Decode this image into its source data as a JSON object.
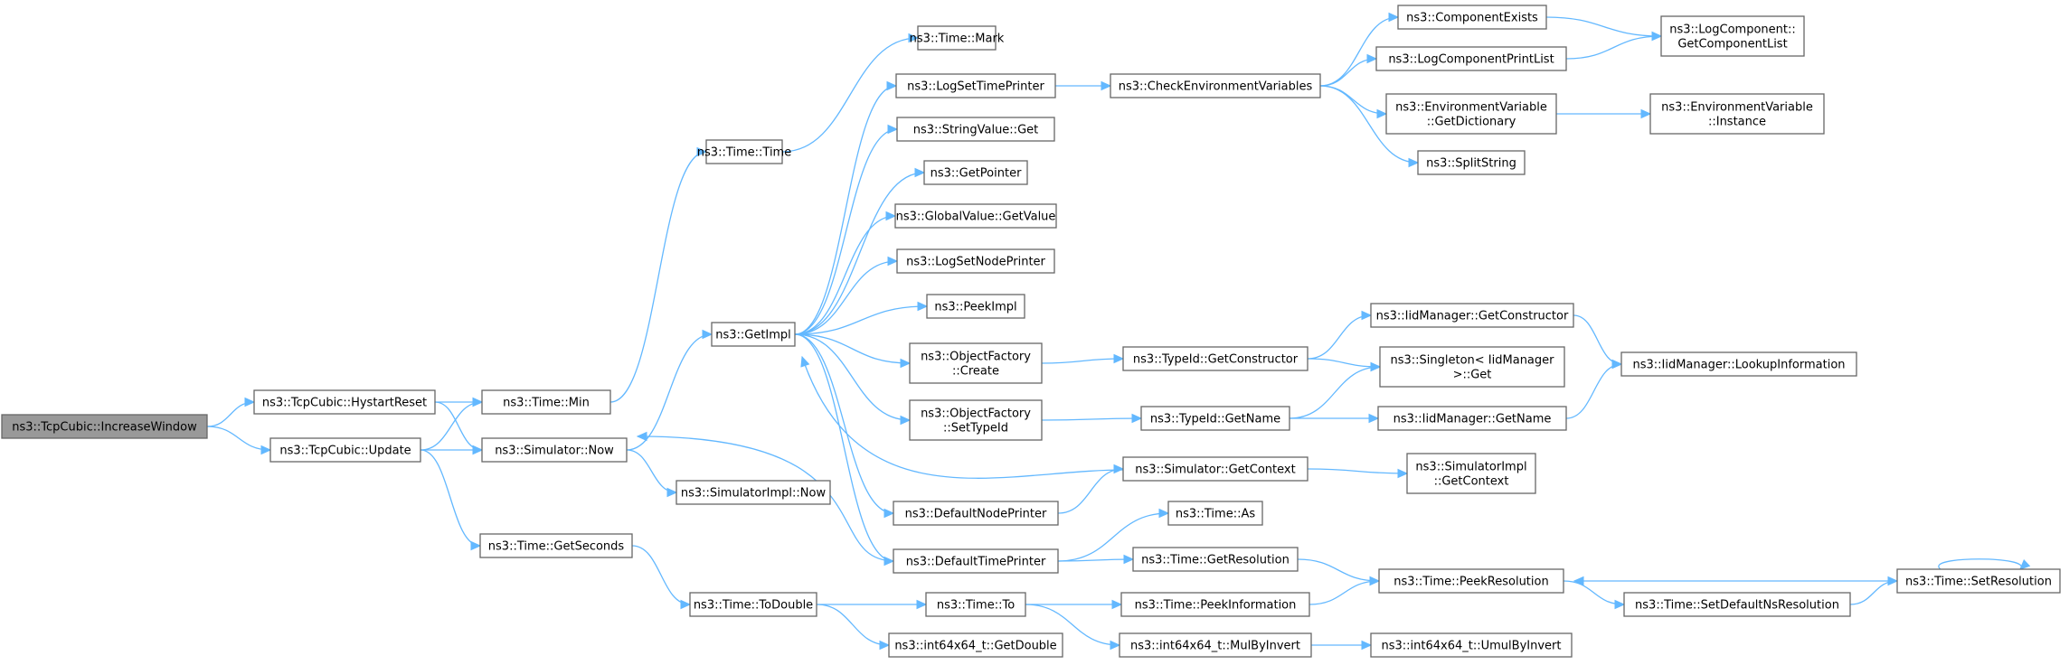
{
  "graph": {
    "nodes": [
      {
        "id": "increase_window",
        "label": [
          "ns3::TcpCubic::IncreaseWindow"
        ],
        "root": true
      },
      {
        "id": "hystart_reset",
        "label": [
          "ns3::TcpCubic::HystartReset"
        ]
      },
      {
        "id": "update",
        "label": [
          "ns3::TcpCubic::Update"
        ]
      },
      {
        "id": "time_min",
        "label": [
          "ns3::Time::Min"
        ]
      },
      {
        "id": "sim_now",
        "label": [
          "ns3::Simulator::Now"
        ]
      },
      {
        "id": "time_getseconds",
        "label": [
          "ns3::Time::GetSeconds"
        ]
      },
      {
        "id": "time_time",
        "label": [
          "ns3::Time::Time"
        ]
      },
      {
        "id": "getimpl",
        "label": [
          "ns3::GetImpl"
        ]
      },
      {
        "id": "simimpl_now",
        "label": [
          "ns3::SimulatorImpl::Now"
        ]
      },
      {
        "id": "time_todouble",
        "label": [
          "ns3::Time::ToDouble"
        ]
      },
      {
        "id": "time_mark",
        "label": [
          "ns3::Time::Mark"
        ]
      },
      {
        "id": "logsettimeprinter",
        "label": [
          "ns3::LogSetTimePrinter"
        ]
      },
      {
        "id": "stringvalue_get",
        "label": [
          "ns3::StringValue::Get"
        ]
      },
      {
        "id": "getpointer",
        "label": [
          "ns3::GetPointer"
        ]
      },
      {
        "id": "globalvalue_getvalue",
        "label": [
          "ns3::GlobalValue::GetValue"
        ]
      },
      {
        "id": "logsetnodeprinter",
        "label": [
          "ns3::LogSetNodePrinter"
        ]
      },
      {
        "id": "peekimpl",
        "label": [
          "ns3::PeekImpl"
        ]
      },
      {
        "id": "of_create",
        "label": [
          "ns3::ObjectFactory",
          "::Create"
        ]
      },
      {
        "id": "of_settypeid",
        "label": [
          "ns3::ObjectFactory",
          "::SetTypeId"
        ]
      },
      {
        "id": "defaultnodeprinter",
        "label": [
          "ns3::DefaultNodePrinter"
        ]
      },
      {
        "id": "defaulttimeprinter",
        "label": [
          "ns3::DefaultTimePrinter"
        ]
      },
      {
        "id": "time_to",
        "label": [
          "ns3::Time::To"
        ]
      },
      {
        "id": "int64_getdouble",
        "label": [
          "ns3::int64x64_t::GetDouble"
        ]
      },
      {
        "id": "checkenv",
        "label": [
          "ns3::CheckEnvironmentVariables"
        ]
      },
      {
        "id": "typeid_getconstructor",
        "label": [
          "ns3::TypeId::GetConstructor"
        ]
      },
      {
        "id": "typeid_getname",
        "label": [
          "ns3::TypeId::GetName"
        ]
      },
      {
        "id": "sim_getcontext",
        "label": [
          "ns3::Simulator::GetContext"
        ]
      },
      {
        "id": "time_as",
        "label": [
          "ns3::Time::As"
        ]
      },
      {
        "id": "time_getresolution",
        "label": [
          "ns3::Time::GetResolution"
        ]
      },
      {
        "id": "time_peekinformation",
        "label": [
          "ns3::Time::PeekInformation"
        ]
      },
      {
        "id": "int64_mulbyinvert",
        "label": [
          "ns3::int64x64_t::MulByInvert"
        ]
      },
      {
        "id": "componentexists",
        "label": [
          "ns3::ComponentExists"
        ]
      },
      {
        "id": "logcomponentprintlist",
        "label": [
          "ns3::LogComponentPrintList"
        ]
      },
      {
        "id": "envvar_getdictionary",
        "label": [
          "ns3::EnvironmentVariable",
          "::GetDictionary"
        ]
      },
      {
        "id": "splitstring",
        "label": [
          "ns3::SplitString"
        ]
      },
      {
        "id": "iidmanager_getconstructor",
        "label": [
          "ns3::IidManager::GetConstructor"
        ]
      },
      {
        "id": "singleton_get",
        "label": [
          "ns3::Singleton< IidManager",
          ">::Get"
        ]
      },
      {
        "id": "iidmanager_getname",
        "label": [
          "ns3::IidManager::GetName"
        ]
      },
      {
        "id": "simimpl_getcontext",
        "label": [
          "ns3::SimulatorImpl",
          "::GetContext"
        ]
      },
      {
        "id": "time_peekresolution",
        "label": [
          "ns3::Time::PeekResolution"
        ]
      },
      {
        "id": "time_setdefaultnsresolution",
        "label": [
          "ns3::Time::SetDefaultNsResolution"
        ]
      },
      {
        "id": "int64_umulbyinvert",
        "label": [
          "ns3::int64x64_t::UmulByInvert"
        ]
      },
      {
        "id": "logcomponent_getcomponentlist",
        "label": [
          "ns3::LogComponent::",
          "GetComponentList"
        ]
      },
      {
        "id": "envvar_instance",
        "label": [
          "ns3::EnvironmentVariable",
          "::Instance"
        ]
      },
      {
        "id": "iidmanager_lookupinformation",
        "label": [
          "ns3::IidManager::LookupInformation"
        ]
      },
      {
        "id": "time_setresolution",
        "label": [
          "ns3::Time::SetResolution"
        ]
      }
    ],
    "edges": [
      [
        "increase_window",
        "hystart_reset"
      ],
      [
        "increase_window",
        "update"
      ],
      [
        "hystart_reset",
        "time_min"
      ],
      [
        "hystart_reset",
        "sim_now"
      ],
      [
        "update",
        "time_min"
      ],
      [
        "update",
        "sim_now"
      ],
      [
        "update",
        "time_getseconds"
      ],
      [
        "time_min",
        "time_time"
      ],
      [
        "time_time",
        "time_mark"
      ],
      [
        "sim_now",
        "getimpl"
      ],
      [
        "sim_now",
        "simimpl_now"
      ],
      [
        "getimpl",
        "logsettimeprinter"
      ],
      [
        "getimpl",
        "stringvalue_get"
      ],
      [
        "getimpl",
        "getpointer"
      ],
      [
        "getimpl",
        "globalvalue_getvalue"
      ],
      [
        "getimpl",
        "logsetnodeprinter"
      ],
      [
        "getimpl",
        "peekimpl"
      ],
      [
        "getimpl",
        "of_create"
      ],
      [
        "getimpl",
        "of_settypeid"
      ],
      [
        "getimpl",
        "defaultnodeprinter"
      ],
      [
        "getimpl",
        "defaulttimeprinter"
      ],
      [
        "time_getseconds",
        "time_todouble"
      ],
      [
        "time_todouble",
        "time_to"
      ],
      [
        "time_todouble",
        "int64_getdouble"
      ],
      [
        "logsettimeprinter",
        "checkenv"
      ],
      [
        "checkenv",
        "componentexists"
      ],
      [
        "checkenv",
        "logcomponentprintlist"
      ],
      [
        "checkenv",
        "envvar_getdictionary"
      ],
      [
        "checkenv",
        "splitstring"
      ],
      [
        "componentexists",
        "logcomponent_getcomponentlist"
      ],
      [
        "logcomponentprintlist",
        "logcomponent_getcomponentlist"
      ],
      [
        "envvar_getdictionary",
        "envvar_instance"
      ],
      [
        "of_create",
        "typeid_getconstructor"
      ],
      [
        "typeid_getconstructor",
        "iidmanager_getconstructor"
      ],
      [
        "typeid_getconstructor",
        "singleton_get"
      ],
      [
        "iidmanager_getconstructor",
        "iidmanager_lookupinformation"
      ],
      [
        "of_settypeid",
        "typeid_getname"
      ],
      [
        "typeid_getname",
        "singleton_get"
      ],
      [
        "typeid_getname",
        "iidmanager_getname"
      ],
      [
        "iidmanager_getname",
        "iidmanager_lookupinformation"
      ],
      [
        "defaultnodeprinter",
        "sim_getcontext"
      ],
      [
        "sim_getcontext",
        "getimpl"
      ],
      [
        "sim_getcontext",
        "simimpl_getcontext"
      ],
      [
        "defaulttimeprinter",
        "sim_now"
      ],
      [
        "defaulttimeprinter",
        "time_as"
      ],
      [
        "defaulttimeprinter",
        "time_getresolution"
      ],
      [
        "time_getresolution",
        "time_peekresolution"
      ],
      [
        "time_to",
        "time_peekinformation"
      ],
      [
        "time_to",
        "int64_mulbyinvert"
      ],
      [
        "time_peekinformation",
        "time_peekresolution"
      ],
      [
        "int64_mulbyinvert",
        "int64_umulbyinvert"
      ],
      [
        "time_peekresolution",
        "time_setdefaultnsresolution"
      ],
      [
        "time_setdefaultnsresolution",
        "time_setresolution"
      ],
      [
        "time_setresolution",
        "time_peekresolution"
      ],
      [
        "time_setresolution",
        "time_setresolution"
      ]
    ]
  }
}
